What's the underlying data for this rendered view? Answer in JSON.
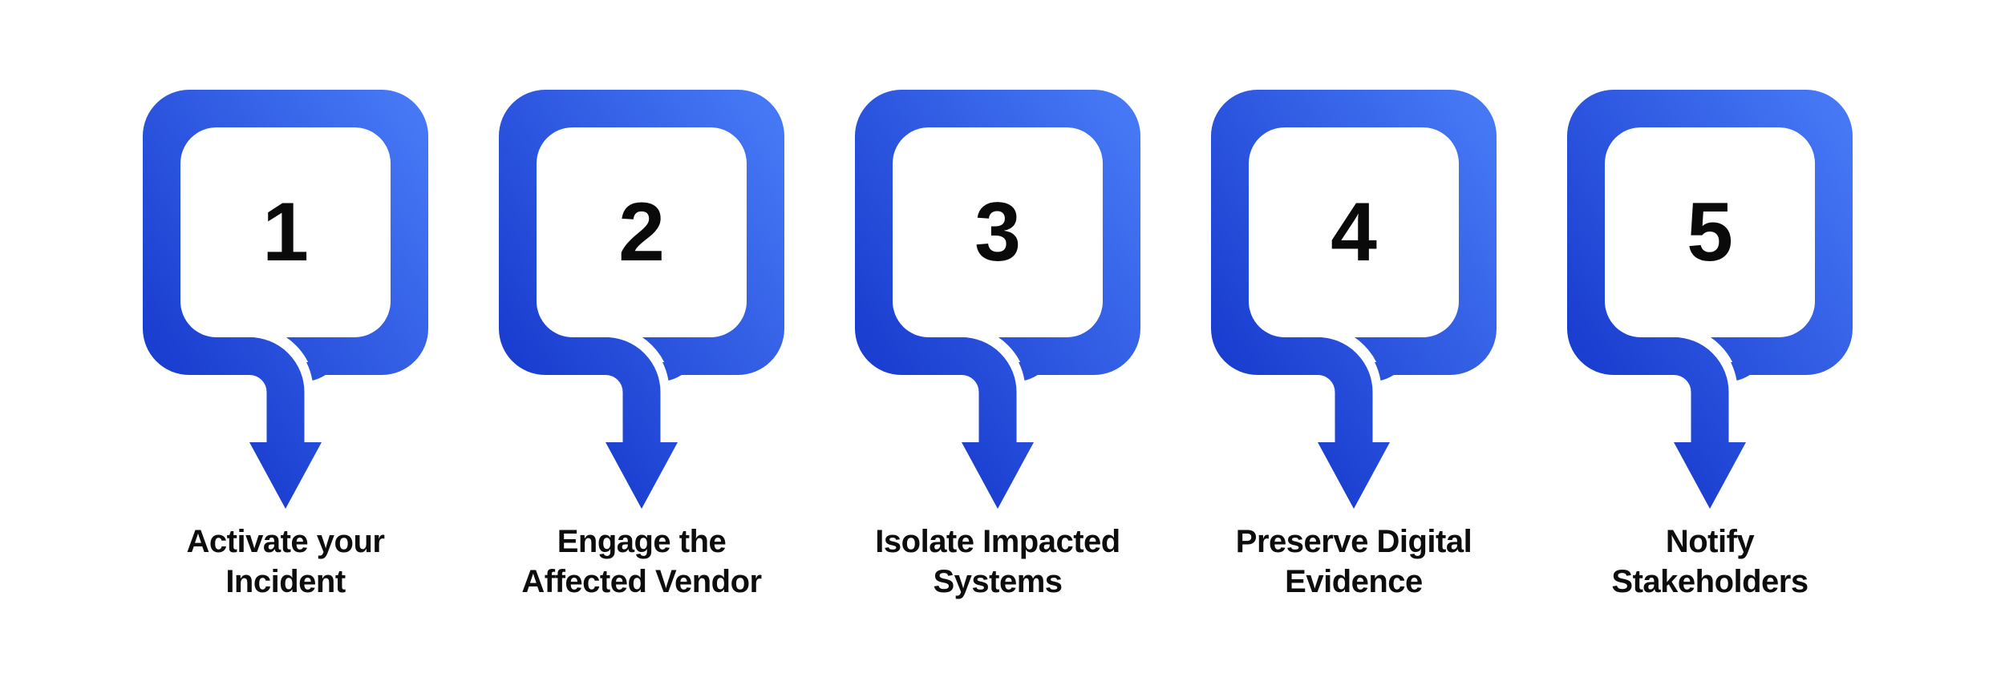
{
  "page": {
    "background_color": "#ffffff"
  },
  "diagram": {
    "type": "numbered-process-steps",
    "colors": {
      "gradient_start": "#1A3ED0",
      "gradient_end": "#4678F5",
      "number_color": "#0a0a0a",
      "label_color": "#0d0d0d",
      "gap_color": "#ffffff"
    },
    "steps": [
      {
        "number": "1",
        "label": "Activate your\nIncident"
      },
      {
        "number": "2",
        "label": "Engage the\nAffected Vendor"
      },
      {
        "number": "3",
        "label": "Isolate Impacted\nSystems"
      },
      {
        "number": "4",
        "label": "Preserve Digital\nEvidence"
      },
      {
        "number": "5",
        "label": "Notify\nStakeholders"
      }
    ]
  }
}
